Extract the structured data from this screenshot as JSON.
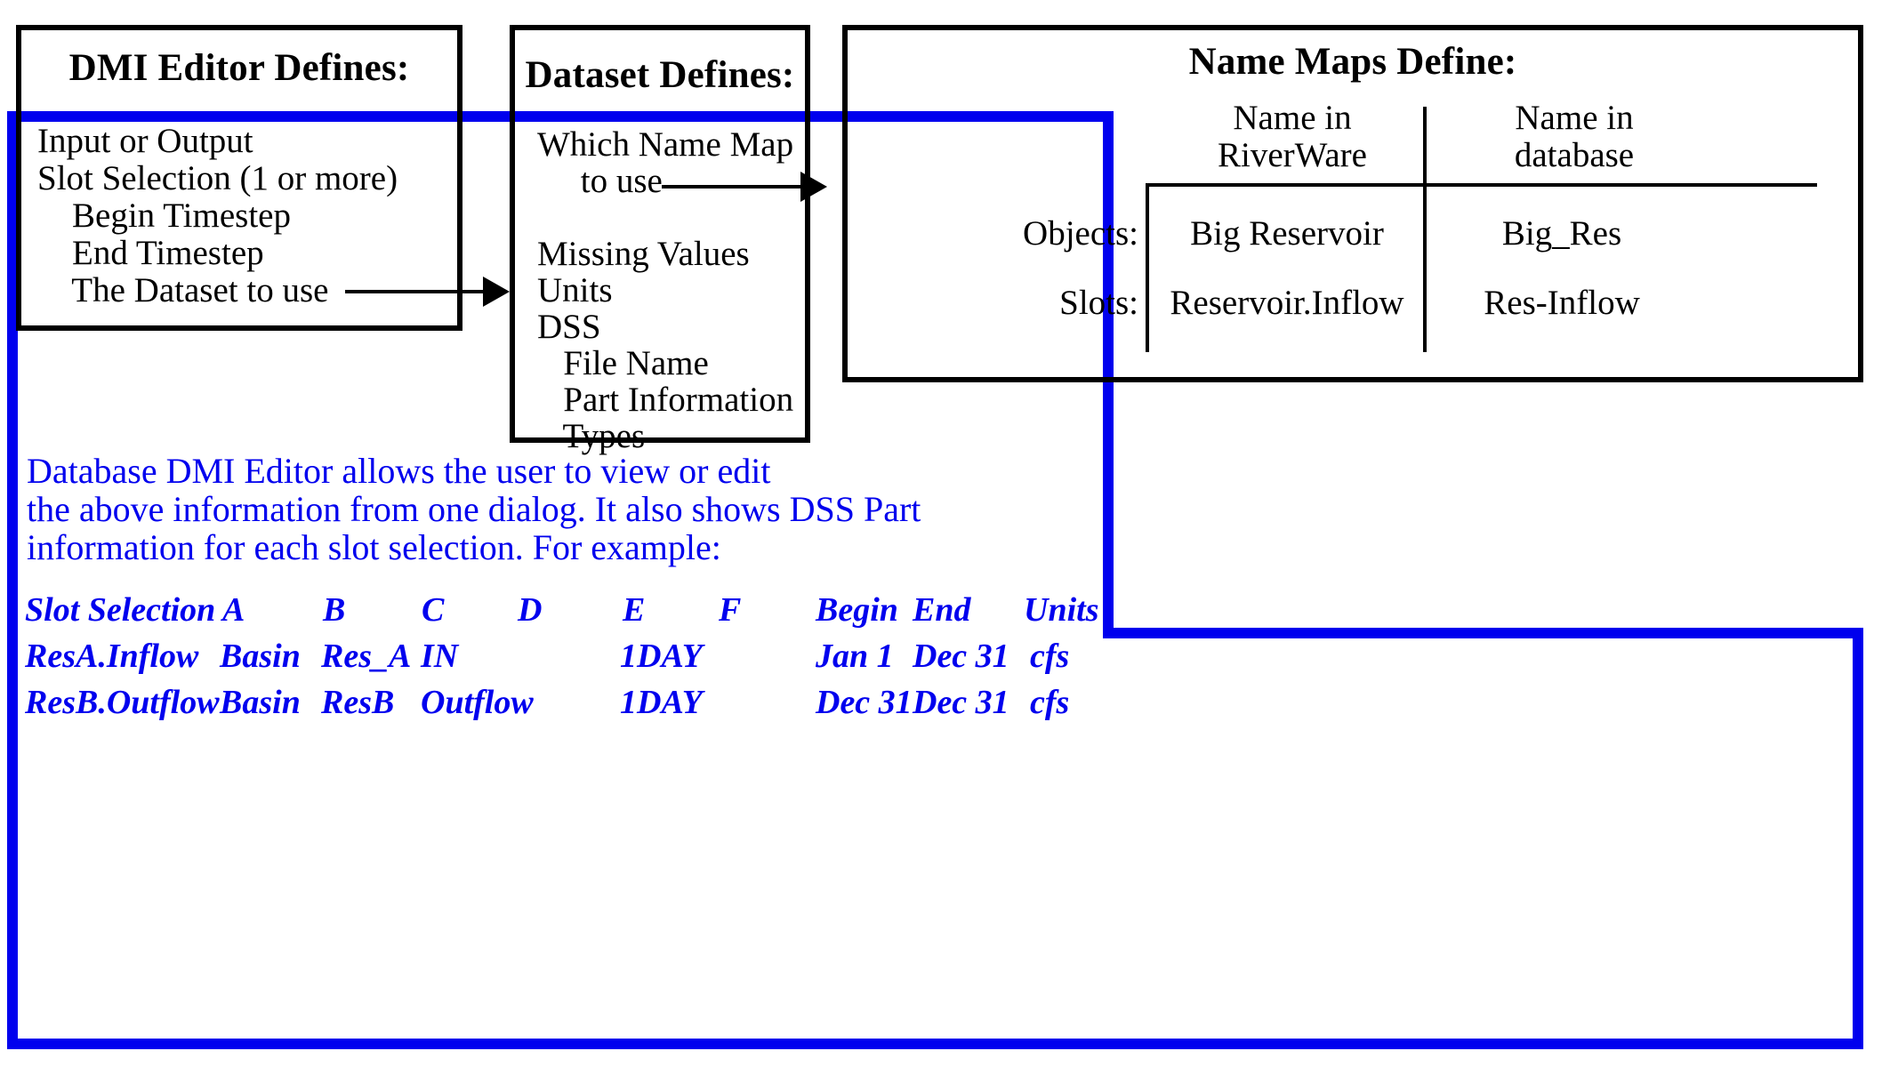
{
  "boxes": {
    "dmi": {
      "title": "DMI Editor Defines:",
      "lines": "Input or Output\nSlot Selection (1 or more)\n    Begin Timestep\n    End Timestep\n    The Dataset to use"
    },
    "dataset": {
      "title": "Dataset Defines:",
      "lines": "Which Name Map\n     to use\n\nMissing Values\nUnits\nDSS\n   File Name\n   Part Information\n   Types"
    },
    "namemaps": {
      "title": "Name Maps Define:",
      "col1_header_line1": "Name in",
      "col1_header_line2": "RiverWare",
      "col2_header_line1": "Name in",
      "col2_header_line2": "database",
      "row1_label": "Objects:",
      "row1_col1": "Big Reservoir",
      "row1_col2": "Big_Res",
      "row2_label": "Slots:",
      "row2_col1": "Reservoir.Inflow",
      "row2_col2": "Res-Inflow"
    }
  },
  "blue_note": {
    "line1": "Database DMI Editor allows the user to view or edit",
    "line2": "the above information from one dialog. It also shows DSS Part",
    "line3": "information for each slot selection. For example:"
  },
  "example_table": {
    "headers": [
      "Slot Selection",
      "A",
      "B",
      "C",
      "D",
      "E",
      "F",
      "Begin",
      "End",
      "Units"
    ],
    "rows": [
      [
        "ResA.Inflow",
        "Basin",
        "Res_A",
        "IN",
        "",
        "1DAY",
        "",
        "Jan 1",
        "Dec 31",
        "cfs"
      ],
      [
        "ResB.Outflow",
        "Basin",
        "ResB",
        "Outflow",
        "",
        "1DAY",
        "",
        "Dec 31",
        "Dec 31",
        "cfs"
      ]
    ]
  },
  "colors": {
    "blue": "#0000ee",
    "black": "#000000"
  },
  "arrows": {
    "dataset_arrow": "arrow-right-icon",
    "namemap_arrow": "arrow-right-icon"
  }
}
